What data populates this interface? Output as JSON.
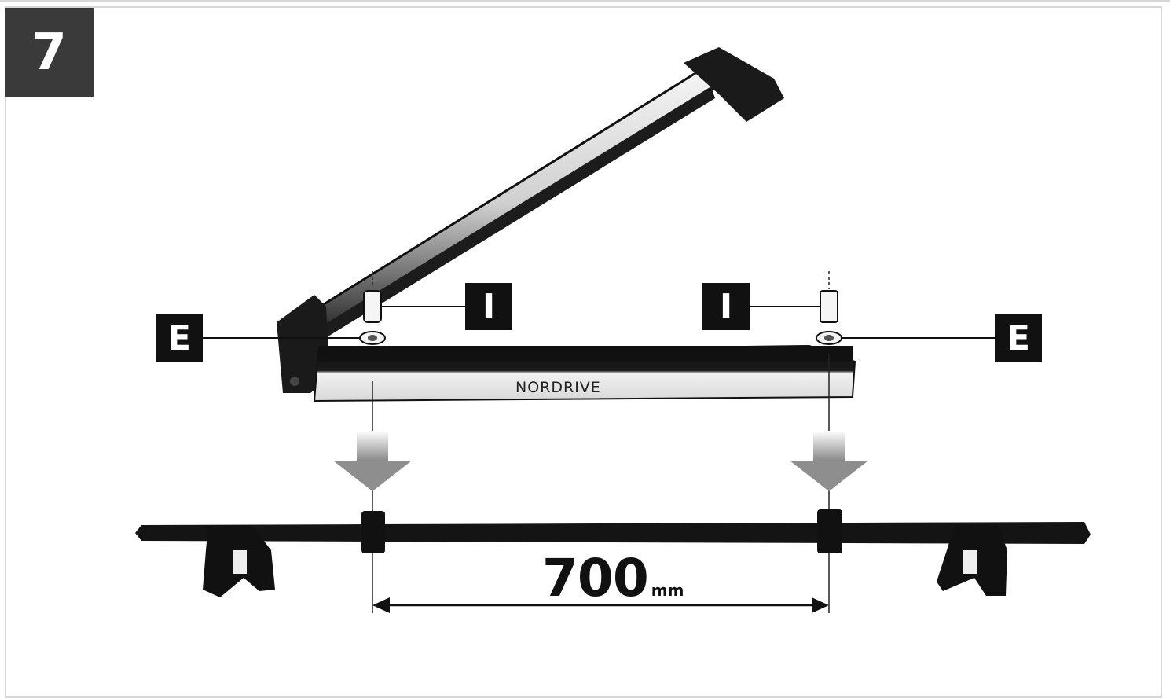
{
  "step": {
    "number": "7"
  },
  "labels": {
    "left_e": "E",
    "left_i": "I",
    "right_i": "I",
    "right_e": "E"
  },
  "product": {
    "brand": "NORDRIVE"
  },
  "dimension": {
    "value": "700",
    "unit": "mm"
  }
}
